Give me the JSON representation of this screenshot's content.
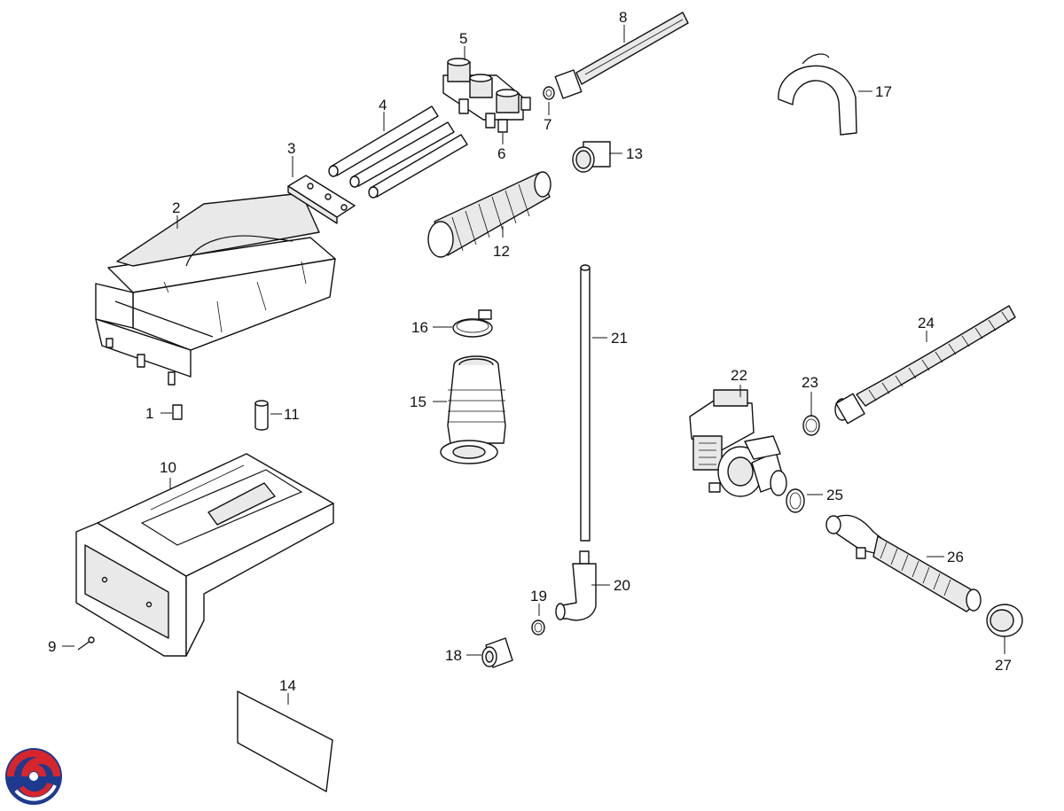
{
  "diagram": {
    "type": "exploded-parts-diagram",
    "callouts": [
      {
        "id": "1",
        "text": "1"
      },
      {
        "id": "2",
        "text": "2"
      },
      {
        "id": "3",
        "text": "3"
      },
      {
        "id": "4",
        "text": "4"
      },
      {
        "id": "5",
        "text": "5"
      },
      {
        "id": "6",
        "text": "6"
      },
      {
        "id": "7",
        "text": "7"
      },
      {
        "id": "8",
        "text": "8"
      },
      {
        "id": "9",
        "text": "9"
      },
      {
        "id": "10",
        "text": "10"
      },
      {
        "id": "11",
        "text": "11"
      },
      {
        "id": "12",
        "text": "12"
      },
      {
        "id": "13",
        "text": "13"
      },
      {
        "id": "14",
        "text": "14"
      },
      {
        "id": "15",
        "text": "15"
      },
      {
        "id": "16",
        "text": "16"
      },
      {
        "id": "17",
        "text": "17"
      },
      {
        "id": "18",
        "text": "18"
      },
      {
        "id": "19",
        "text": "19"
      },
      {
        "id": "20",
        "text": "20"
      },
      {
        "id": "21",
        "text": "21"
      },
      {
        "id": "22",
        "text": "22"
      },
      {
        "id": "23",
        "text": "23"
      },
      {
        "id": "24",
        "text": "24"
      },
      {
        "id": "25",
        "text": "25"
      },
      {
        "id": "26",
        "text": "26"
      },
      {
        "id": "27",
        "text": "27"
      }
    ]
  },
  "logo": {
    "icon": "brand-swirl-logo",
    "colors": {
      "blue": "#1d3a8f",
      "red": "#d7262b"
    }
  }
}
